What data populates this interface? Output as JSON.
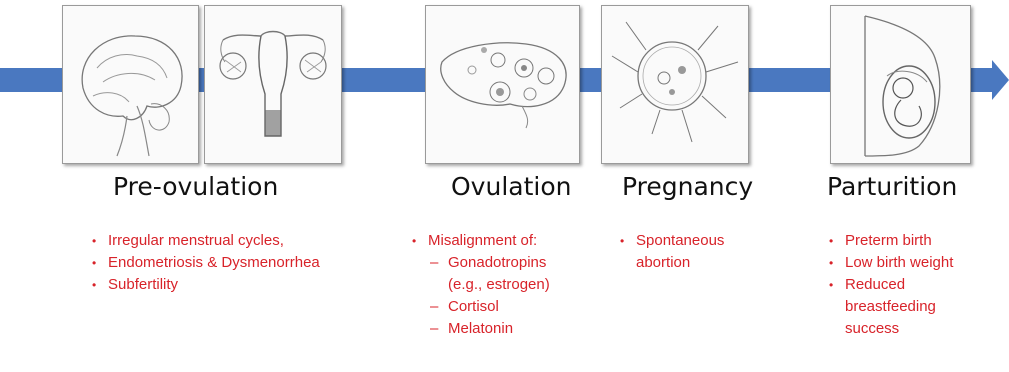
{
  "colors": {
    "arrow": "#4a78c0",
    "bullet_text": "#d8232a",
    "title_text": "#111111"
  },
  "panels": [
    {
      "icon": "brain-sketch-icon"
    },
    {
      "icon": "uterus-sketch-icon"
    },
    {
      "icon": "ovary-sketch-icon"
    },
    {
      "icon": "embryo-sketch-icon"
    },
    {
      "icon": "fetus-in-womb-sketch-icon"
    }
  ],
  "stages": [
    {
      "title": "Pre-ovulation",
      "bullets": [
        "Irregular menstrual cycles,",
        "Endometriosis & Dysmenorrhea",
        "Subfertility"
      ]
    },
    {
      "title": "Ovulation",
      "bullets": [
        "Misalignment of:"
      ],
      "subitems": [
        "Gonadotropins",
        "(e.g., estrogen)",
        "Cortisol",
        "Melatonin"
      ]
    },
    {
      "title": "Pregnancy",
      "bullets": [
        "Spontaneous",
        "abortion"
      ]
    },
    {
      "title": "Parturition",
      "bullets": [
        "Preterm birth",
        "Low birth weight",
        "Reduced",
        "breastfeeding",
        "success"
      ]
    }
  ]
}
